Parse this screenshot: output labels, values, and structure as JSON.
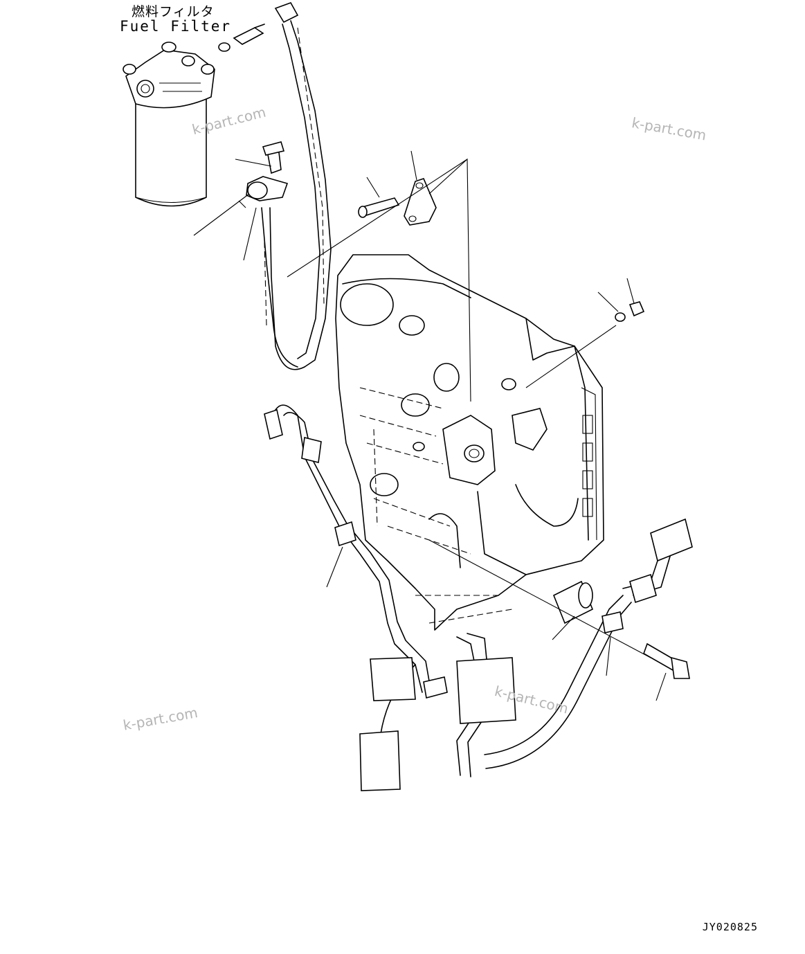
{
  "title": {
    "japanese": "燃料フィルタ",
    "english": "Fuel Filter"
  },
  "drawing_number": "JY020825",
  "watermarks": [
    "k-part.com",
    "k-part.com",
    "k-part.com",
    "k-part.com"
  ]
}
